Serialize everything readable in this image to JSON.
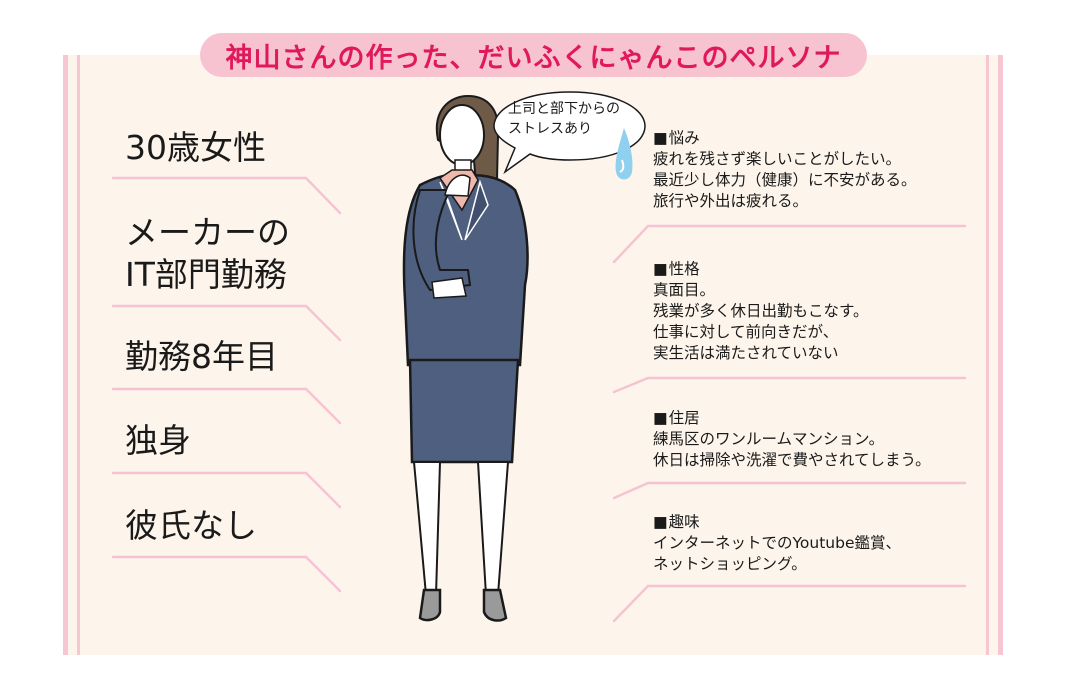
{
  "title": "神山さんの作った、だいふくにゃんこのペルソナ",
  "colors": {
    "panel_bg": "#fdf5ec",
    "frame_pink": "#f7c6d3",
    "title_pill": "#f7c3d1",
    "title_text": "#e0185c",
    "suit": "#4e5f80",
    "tear": "#8fd0ef"
  },
  "left_attributes": [
    {
      "lines": [
        "30歳女性"
      ]
    },
    {
      "lines": [
        "メーカーの",
        "IT部門勤務"
      ]
    },
    {
      "lines": [
        "勤務8年目"
      ]
    },
    {
      "lines": [
        "独身"
      ]
    },
    {
      "lines": [
        "彼氏なし"
      ]
    }
  ],
  "speech_bubble": {
    "lines": [
      "上司と部下からの",
      "ストレスあり"
    ]
  },
  "figure": {
    "description": "woman-in-business-suit-thinking",
    "icon": "businesswoman-illustration"
  },
  "right_sections": [
    {
      "heading": "悩み",
      "lines": [
        "疲れを残さず楽しいことがしたい。",
        "最近少し体力（健康）に不安がある。",
        "旅行や外出は疲れる。"
      ]
    },
    {
      "heading": "性格",
      "lines": [
        "真面目。",
        "残業が多く休日出勤もこなす。",
        "仕事に対して前向きだが、",
        "実生活は満たされていない"
      ]
    },
    {
      "heading": "住居",
      "lines": [
        "練馬区のワンルームマンション。",
        "休日は掃除や洗濯で費やされてしまう。"
      ]
    },
    {
      "heading": "趣味",
      "lines": [
        "インターネットでのYoutube鑑賞、",
        "ネットショッピング。"
      ]
    }
  ]
}
